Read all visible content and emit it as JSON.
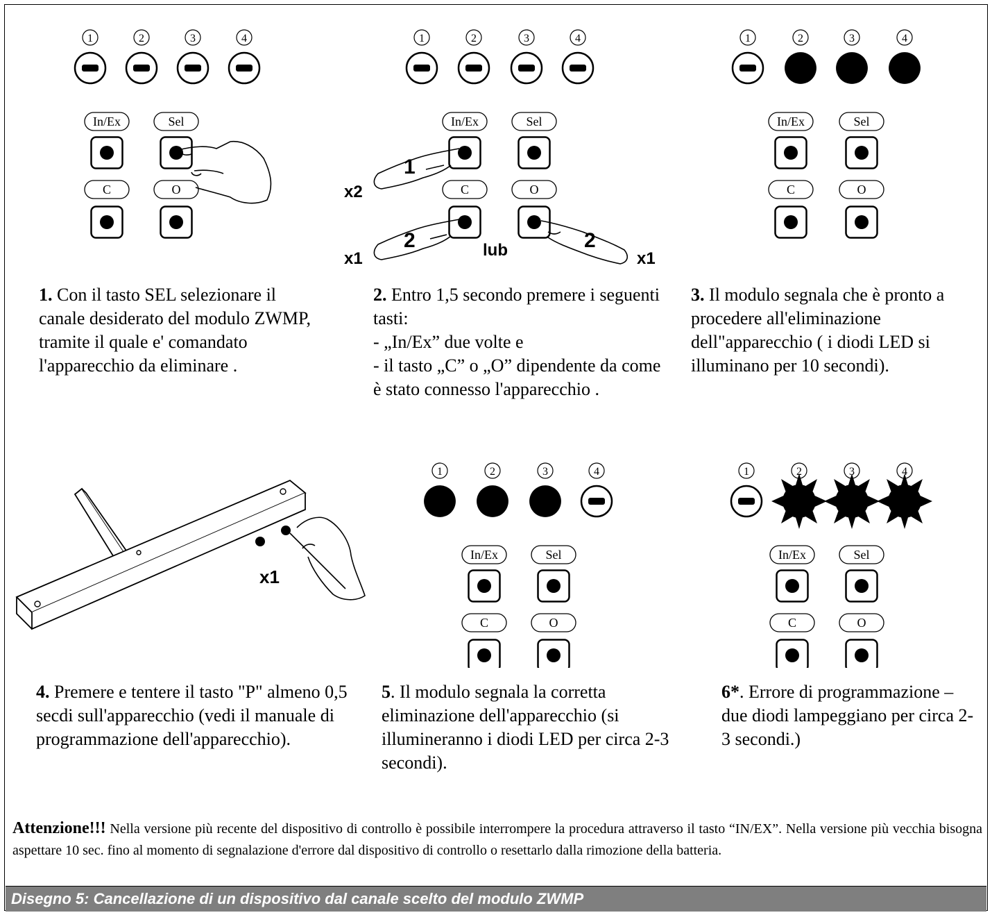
{
  "led_numbers": [
    "1",
    "2",
    "3",
    "4"
  ],
  "buttons": {
    "inex": "In/Ex",
    "sel": "Sel",
    "c": "C",
    "o": "O"
  },
  "fig2": {
    "press1": "1",
    "press2": "2",
    "x2": "x2",
    "x1": "x1",
    "lub": "lub"
  },
  "fig4": {
    "x1": "x1"
  },
  "captions": {
    "s1": {
      "num": "1.",
      "text": " Con il tasto SEL selezionare il canale desiderato del modulo ZWMP, tramite il quale e' comandato l'apparecchio da eliminare ."
    },
    "s2": {
      "num": "2.",
      "line1": " Entro 1,5 secondo premere i seguenti tasti:",
      "line2": " - „In/Ex” due volte e",
      "line3": " - il tasto „C” o „O” dipendente da come è stato connesso l'apparecchio ."
    },
    "s3": {
      "num": "3.",
      "text": " Il modulo segnala che è pronto a procedere all'eliminazione dell\"apparecchio ( i diodi LED si illuminano per 10 secondi)."
    },
    "s4": {
      "num": "4.",
      "text": " Premere e tentere il tasto \"P\" almeno 0,5 secdi sull'apparecchio (vedi il manuale di programmazione dell'apparecchio)."
    },
    "s5": {
      "num": "5",
      "text": ". Il modulo segnala la corretta eliminazione dell'apparecchio (si illumineranno i diodi LED per circa 2-3 secondi)."
    },
    "s6": {
      "num": "6*",
      "text": ". Errore di programmazione – due diodi lampeggiano per circa 2-3 secondi.)"
    }
  },
  "attention": {
    "bold": "Attenzione!!!",
    "text": " Nella versione più recente del dispositivo di controllo è possibile interrompere la procedura attraverso il tasto “IN/EX”. Nella versione più vecchia bisogna aspettare 10 sec. fino al momento di segnalazione d'errore dal dispositivo di controllo o resettarlo dalla rimozione della batteria."
  },
  "footer": {
    "caption": "Disegno 5: Cancellazione di un dispositivo dal canale scelto del modulo ZWMP"
  }
}
